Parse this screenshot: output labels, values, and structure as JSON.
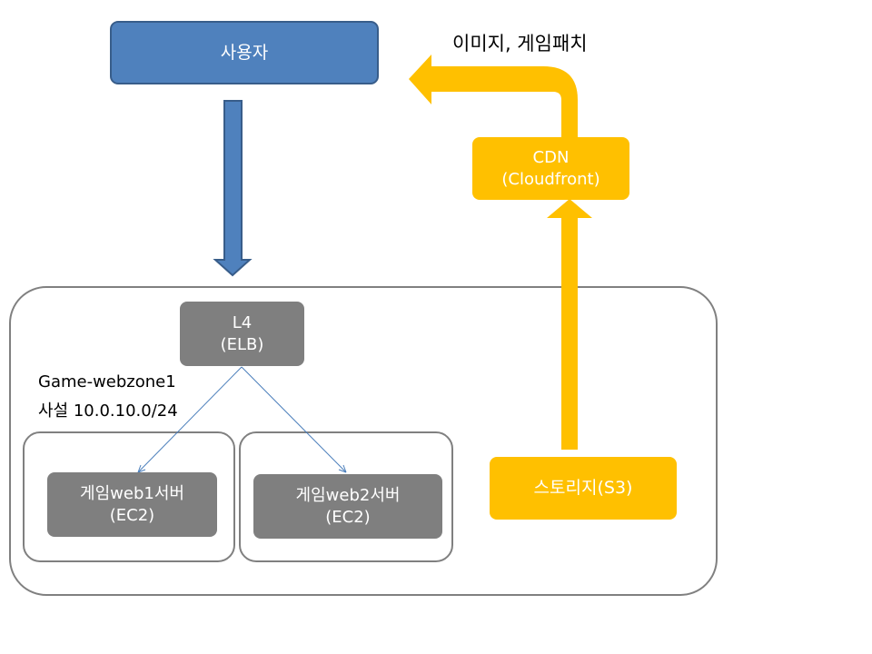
{
  "colors": {
    "user_fill": "#4f81bd",
    "user_stroke": "#385d8a",
    "server_fill": "#7f7f7f",
    "accent_yellow": "#ffc000",
    "container_stroke": "#808080",
    "link_line": "#4a7ebb"
  },
  "nodes": {
    "user": {
      "label": "사용자"
    },
    "cdn": {
      "line1": "CDN",
      "line2": "(Cloudfront)"
    },
    "l4": {
      "line1": "L4",
      "line2": "(ELB)"
    },
    "web1": {
      "line1": "게임web1서버",
      "line2": "(EC2)"
    },
    "web2": {
      "line1": "게임web2서버",
      "line2": "(EC2)"
    },
    "storage": {
      "label": "스토리지(S3)"
    }
  },
  "labels": {
    "patch": "이미지, 게임패치",
    "zone_name": "Game-webzone1",
    "subnet": "사설 10.0.10.0/24"
  }
}
